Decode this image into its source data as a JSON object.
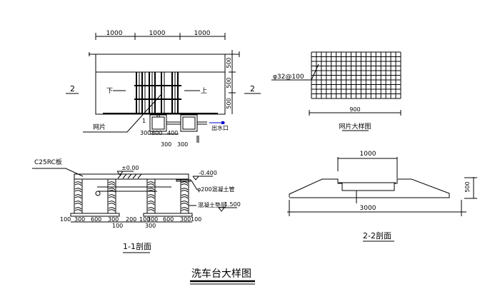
{
  "title": "洗车台大样图",
  "plan": {
    "top_dims": [
      "1000",
      "1000",
      "1000"
    ],
    "right_dims": [
      "500",
      "500",
      "500"
    ],
    "section_mark_left": "2",
    "section_mark_right": "2",
    "section_1_mark": "1",
    "arrow_left_label": "下",
    "arrow_right_label": "上",
    "mesh_label": "网片",
    "outlet_label": "出水口",
    "bottom_dims_row1": [
      "300",
      "800",
      "400"
    ],
    "bottom_dims_row2": [
      "300",
      "300"
    ]
  },
  "mesh_detail": {
    "rebar_label": "φ32@100",
    "width_dim": "900",
    "caption": "网片大样图"
  },
  "section_1_1": {
    "slab_label": "C25RC板",
    "level_top": "±0.00",
    "level_mid": "-0.400",
    "pipe_label": "φ200混凝土管",
    "bottom_label": "混凝土垫层",
    "level_bottom": "-1.500",
    "bottom_dims": [
      "100",
      "300",
      "600",
      "300",
      "200",
      "100",
      "300",
      "600",
      "300",
      "100"
    ],
    "sub_dims": [
      "100",
      "300"
    ],
    "caption": "1-1剖面"
  },
  "section_2_2": {
    "top_dim": "1000",
    "height_dim": "500",
    "width_dim": "3000",
    "caption": "2-2剖面"
  },
  "colors": {
    "line": "#000000",
    "outlet": "#0000cc"
  }
}
